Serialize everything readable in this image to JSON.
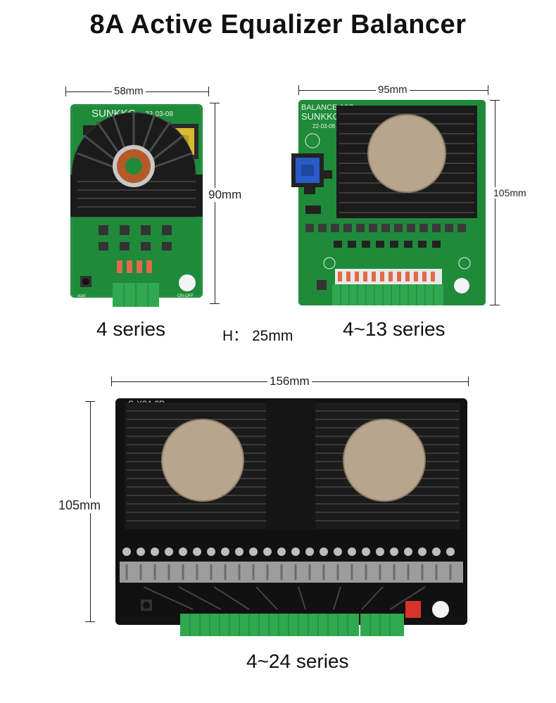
{
  "title": "8A Active Equalizer Balancer",
  "board_small": {
    "width_label": "58mm",
    "height_label": "90mm",
    "silk_brand": "SUNKKO",
    "silk_date": "22-03-08",
    "silk_left": "start",
    "silk_right": "ON-OFF",
    "caption": "4 series"
  },
  "board_medium": {
    "width_label": "95mm",
    "height_label": "105mm",
    "silk_model": "BALANCE-13S",
    "silk_brand": "SUNKKO",
    "silk_date": "22-03-08",
    "caption": "4~13 series"
  },
  "height_note": "H： 25mm",
  "board_large": {
    "width_label": "156mm",
    "height_label": "105mm",
    "silk_model": "S-X24-2P",
    "caption": "4~24 series"
  },
  "colors": {
    "pcb_green": "#1f8a3a",
    "pcb_black": "#111111",
    "heatsink": "#1b1b1b",
    "terminal_green": "#2fa84f",
    "disk": "#b8a58e"
  }
}
